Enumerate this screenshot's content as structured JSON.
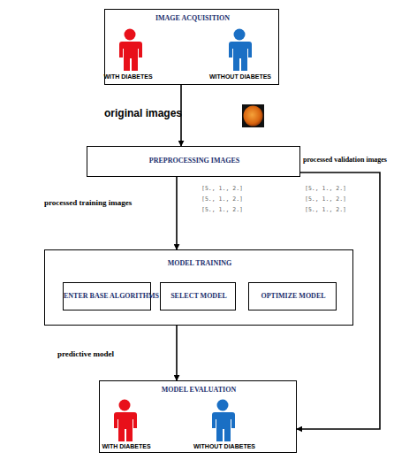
{
  "diagram": {
    "nodes": [
      {
        "text": [
          "IMAGE ACQUISITION",
          "WITH DIABETES",
          "WITHOUT DIABETES"
        ]
      },
      {
        "text": [
          "PREPROCESSING IMAGES"
        ]
      },
      {
        "text": [
          "MODEL TRAINING"
        ]
      },
      {
        "text": [
          "ENTER BASE ALGORITHMS"
        ],
        "in": 2
      },
      {
        "text": [
          "SELECT MODEL"
        ],
        "in": 2
      },
      {
        "text": [
          "OPTIMIZE MODEL"
        ],
        "in": 2
      },
      {
        "text": [
          "MODEL EVALUATION",
          "WITH DIABETES",
          "WITHOUT DIABETES"
        ]
      }
    ],
    "edges": [
      {
        "from": 0,
        "to": 1,
        "label": "original images",
        "arrow": "to"
      },
      {
        "from": 1,
        "to": 2,
        "label": "processed training images",
        "arrow": "to"
      },
      {
        "from": 1,
        "to": 6,
        "label": "processed validation images",
        "arrow": "to"
      },
      {
        "from": 2,
        "to": 6,
        "label": "predictive model",
        "arrow": "to"
      }
    ],
    "labels": [
      "[5., 1., 2.]",
      "[5., 1., 2.]",
      "[5., 1., 2.]",
      "[5., 1., 2.]",
      "[5., 1., 2.]",
      "[5., 1., 2.]"
    ]
  }
}
